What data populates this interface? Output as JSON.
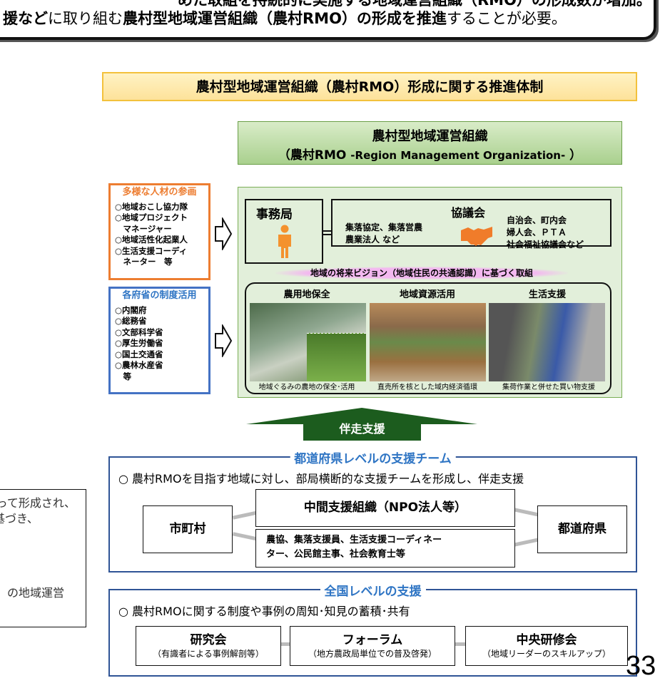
{
  "callout": {
    "line1": "めた取組を持続的に実施する地域運営組織（RMO）の形成数が増加。",
    "line2_a": "援など",
    "line2_b": "に取り組む",
    "line2_c": "農村型地域運営組織（農村RMO）の形成を推進",
    "line2_d": "することが必要。"
  },
  "title": "農村型地域運営組織（農村RMO）形成に関する推進体制",
  "header": {
    "line1": "農村型地域運営組織",
    "line2_a": "（農村RMO ",
    "line2_b": "-Region Management Organization-",
    "line2_c": " ）"
  },
  "talent": {
    "heading": "多様な人材の参画",
    "items": [
      "○地域おこし協力隊",
      "○地域プロジェクト",
      "　マネージャー",
      "○地域活性化起業人",
      "○生活支援コーディ",
      "　ネーター　等"
    ],
    "color": "#ed7d31"
  },
  "ministries": {
    "heading": "各府省の制度活用",
    "items": [
      "○内閣府",
      "○総務省",
      "○文部科学省",
      "○厚生労働省",
      "○国土交通省",
      "○農林水産省",
      "　等"
    ],
    "color": "#4472c4"
  },
  "office": {
    "label": "事務局",
    "icon": "person-icon"
  },
  "council": {
    "label": "協議会",
    "left": [
      "集落協定、集落営農",
      "農業法人 など"
    ],
    "right": [
      "自治会、町内会",
      "婦人会、ＰＴＡ",
      "社会福祉協議会など"
    ],
    "icon": "handshake-icon"
  },
  "vision": "地域の将来ビジョン（地域住民の共通認識）に基づく取組",
  "activities": [
    {
      "title": "農用地保全",
      "caption": "地域ぐるみの農地の保全･活用"
    },
    {
      "title": "地域資源活用",
      "caption": "直売所を核とした域内経済循環"
    },
    {
      "title": "生活支援",
      "caption": "集荷作業と併せた買い物支援"
    }
  ],
  "support_arrow": "伴走支援",
  "pref": {
    "title": "都道府県レベルの支援チーム",
    "desc": "○ 農村RMOを目指す地域に対し、部局横断的な支援チームを形成し、伴走支援",
    "municipality": "市町村",
    "intermediary": "中間支援組織（NPO法人等）",
    "members": [
      "農協、集落支援員、生活支援コーディネー",
      "ター、公民館主事、社会教育士等"
    ],
    "prefecture": "都道府県"
  },
  "national": {
    "title": "全国レベルの支援",
    "desc": "○ 農村RMOに関する制度や事例の周知･知見の蓄積･共有",
    "boxes": [
      {
        "title": "研究会",
        "sub": "（有識者による事例解剖等）"
      },
      {
        "title": "フォーラム",
        "sub": "（地方農政局単位での普及啓発）"
      },
      {
        "title": "中央研修会",
        "sub": "（地域リーダーのスキルアップ）"
      }
    ]
  },
  "side_note": {
    "line1": "って形成され、",
    "line2": "基づき、",
    "line3": "の地域運営"
  },
  "page_number": "33"
}
